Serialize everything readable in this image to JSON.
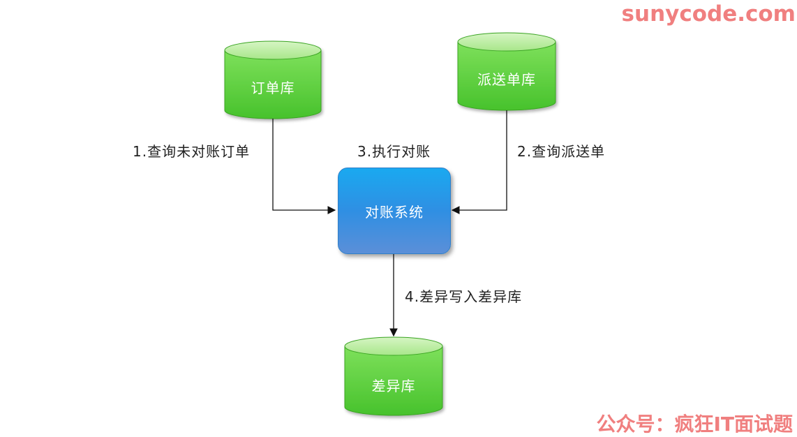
{
  "diagram": {
    "nodes": {
      "order_db": "订单库",
      "dispatch_db": "派送单库",
      "recon_system": "对账系统",
      "diff_db": "差异库"
    },
    "edges": {
      "step1": "1.查询未对账订单",
      "step2": "2.查询派送单",
      "step3": "3.执行对账",
      "step4": "4.差异写入差异库"
    }
  },
  "watermarks": {
    "site": "sunycode.com",
    "account": "公众号：疯狂IT面试题"
  },
  "colors": {
    "db_green": "#5ccf3a",
    "system_blue": "#1aa9f0",
    "watermark": "#f07f7f"
  }
}
